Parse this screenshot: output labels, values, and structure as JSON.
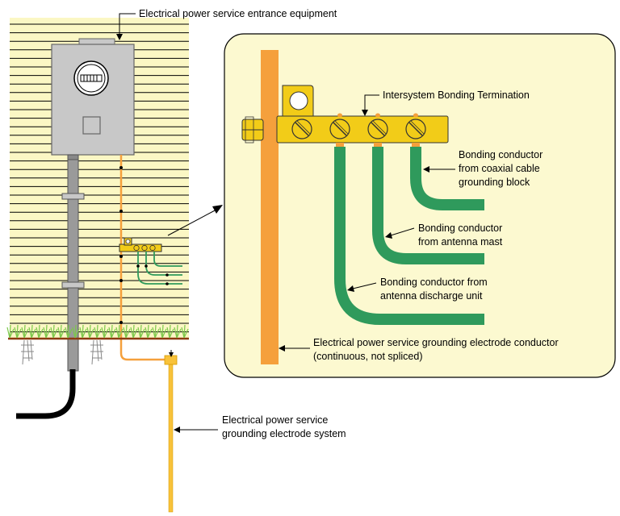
{
  "labels": {
    "service_entrance": "Electrical power service entrance equipment",
    "ibt": "Intersystem Bonding Termination",
    "coax_line1": "Bonding conductor",
    "coax_line2": "from coaxial cable",
    "coax_line3": "grounding block",
    "mast_line1": "Bonding conductor",
    "mast_line2": "from antenna mast",
    "discharge_line1": "Bonding conductor from",
    "discharge_line2": "antenna discharge unit",
    "gec_line1": "Electrical power service grounding electrode conductor",
    "gec_line2": "(continuous, not spliced)",
    "electrode_line1": "Electrical power service",
    "electrode_line2": "grounding electrode system"
  },
  "colors": {
    "siding": "#fbf7c4",
    "siding_lines": "#000000",
    "panel": "#c8c8c8",
    "conduit": "#9a9a9a",
    "ground_conductor": "#f5a03c",
    "ground_rod": "#f8c23a",
    "bonding_conductor": "#2f9a5c",
    "ibt_bar": "#f2cc18",
    "inset_bg": "#fcf9d0",
    "service_cable": "#000000",
    "grass": "#7cc84a",
    "soil": "#8b3a0f"
  },
  "icons": {
    "meter": "electric-meter-icon",
    "screw": "slotted-screw-icon",
    "grass": "grass-icon"
  }
}
